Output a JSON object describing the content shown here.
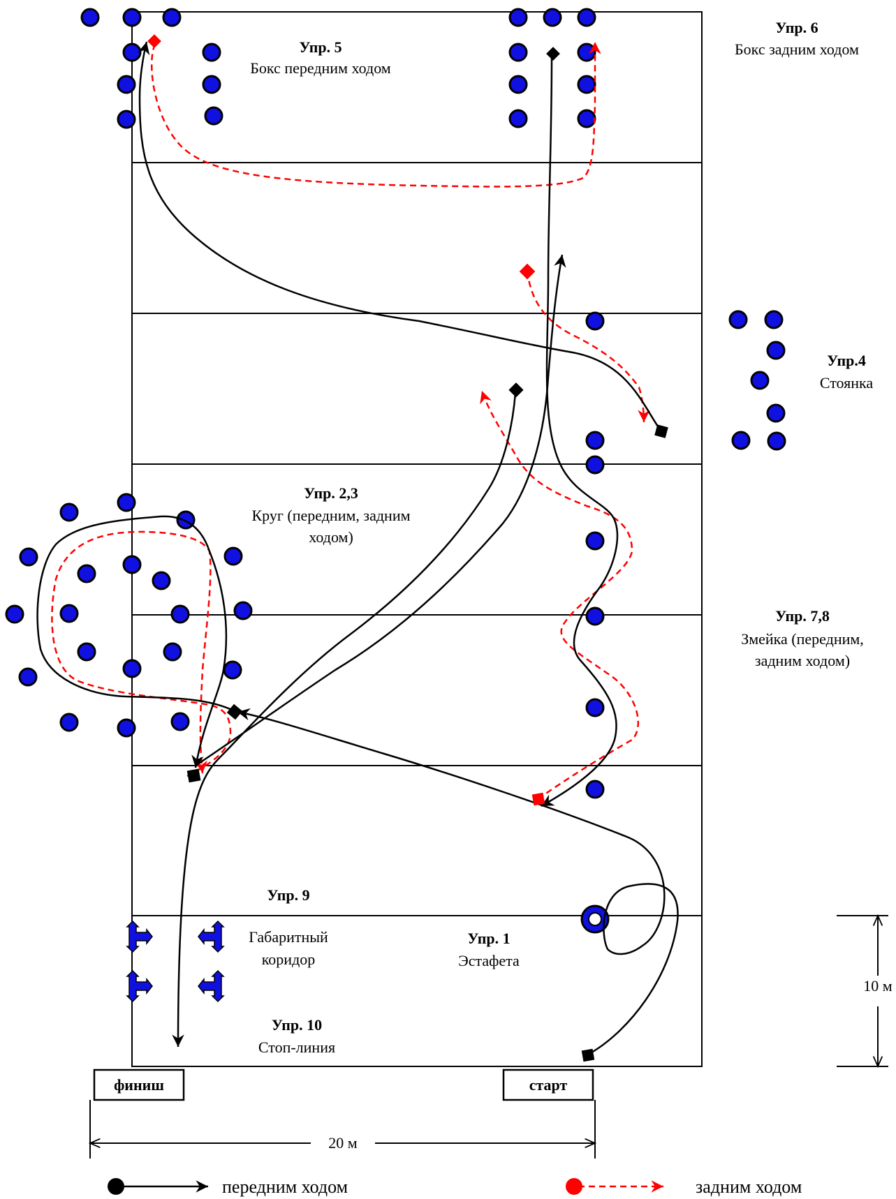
{
  "exercises": {
    "ex5": {
      "title": "Упр. 5",
      "caption": "Бокс передним ходом"
    },
    "ex6": {
      "title": "Упр. 6",
      "caption": "Бокс задним ходом"
    },
    "ex4": {
      "title": "Упр.4",
      "caption": "Стоянка"
    },
    "ex23": {
      "title": "Упр. 2,3",
      "caption1": "Круг (передним, задним",
      "caption2": "ходом)"
    },
    "ex78": {
      "title": "Упр. 7,8",
      "caption1": "Змейка (передним,",
      "caption2": "задним ходом)"
    },
    "ex9": {
      "title": "Упр. 9",
      "caption1": "Габаритный",
      "caption2": "коридор"
    },
    "ex1": {
      "title": "Упр. 1",
      "caption": "Эстафета"
    },
    "ex10": {
      "title": "Упр. 10",
      "caption": "Стоп-линия"
    }
  },
  "boxes": {
    "finish": "финиш",
    "start": "старт"
  },
  "dimensions": {
    "width": "20 м",
    "height": "10 м"
  },
  "legend": {
    "forward": "передним ходом",
    "reverse": "задним ходом"
  },
  "colors": {
    "cone": "#1010e0",
    "forward_path": "#000000",
    "reverse_path": "#ff0000",
    "field_lines": "#000000"
  }
}
